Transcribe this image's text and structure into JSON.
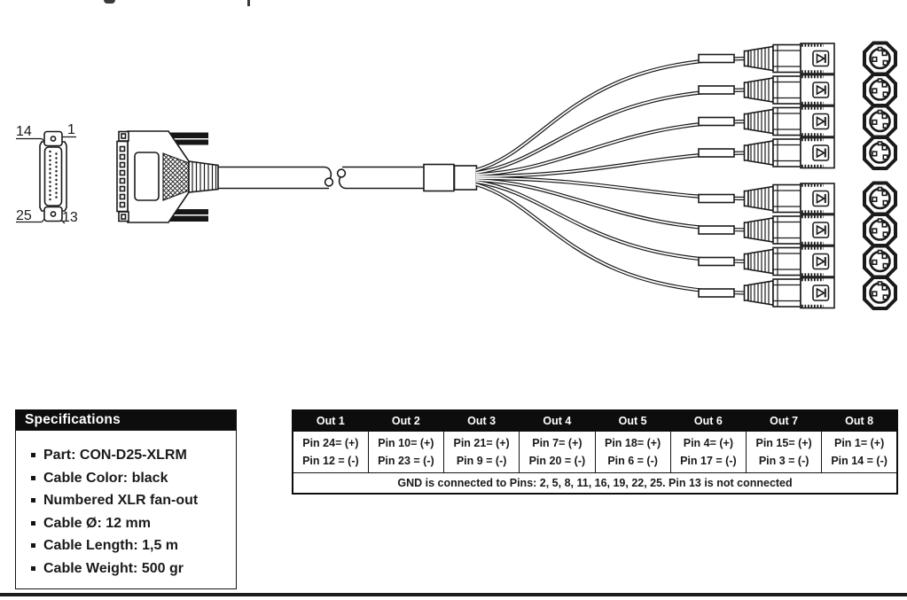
{
  "page": {
    "background": "#ffffff",
    "ink": "#1a1a1a"
  },
  "colors": {
    "header_bg": "#0d0d0d",
    "header_text": "#ffffff",
    "line": "#1a1a1a"
  },
  "diagram": {
    "dsub_pin_labels": {
      "top_left": "14",
      "top_right": "1",
      "bottom_left": "25",
      "bottom_right": "13"
    }
  },
  "specifications": {
    "title": "Specifications",
    "items": [
      "Part: CON-D25-XLRM",
      "Cable Color: black",
      "Numbered XLR fan-out",
      "Cable Ø: 12 mm",
      "Cable Length: 1,5 m",
      "Cable Weight: 500 gr"
    ]
  },
  "pinout_table": {
    "columns": [
      {
        "label": "Out 1",
        "positive": "Pin 24= (+)",
        "negative": "Pin 12 = (-)"
      },
      {
        "label": "Out 2",
        "positive": "Pin 10= (+)",
        "negative": "Pin 23 = (-)"
      },
      {
        "label": "Out 3",
        "positive": "Pin 21= (+)",
        "negative": "Pin 9 = (-)"
      },
      {
        "label": "Out 4",
        "positive": "Pin 7= (+)",
        "negative": "Pin 20 = (-)"
      },
      {
        "label": "Out 5",
        "positive": "Pin 18= (+)",
        "negative": "Pin 6 = (-)"
      },
      {
        "label": "Out 6",
        "positive": "Pin 4= (+)",
        "negative": "Pin 17 = (-)"
      },
      {
        "label": "Out 7",
        "positive": "Pin 15= (+)",
        "negative": "Pin 3 = (-)"
      },
      {
        "label": "Out 8",
        "positive": "Pin 1= (+)",
        "negative": "Pin 14 = (-)"
      }
    ],
    "footer_note": "GND is connected to Pins: 2, 5, 8, 11, 16, 19, 22, 25. Pin 13 is not connected"
  }
}
